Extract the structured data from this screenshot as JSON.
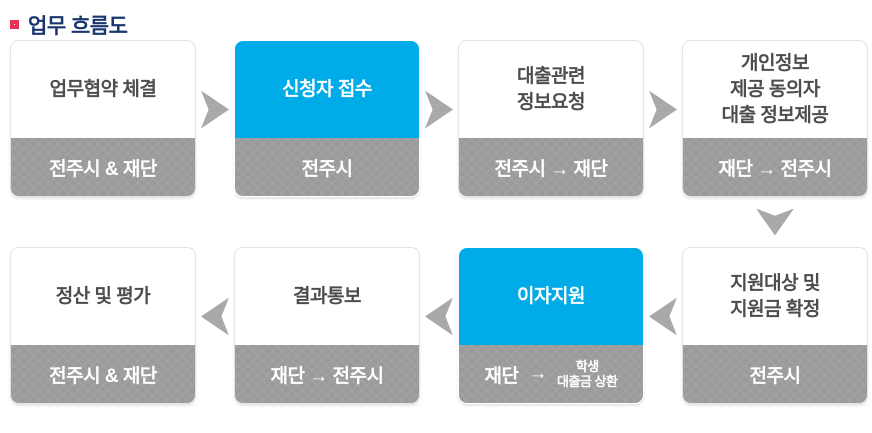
{
  "title": "업무 흐름도",
  "colors": {
    "accent_blue": "#00ace8",
    "footer_gray": "#9b9b9b",
    "title_navy": "#1a366e",
    "bullet_red": "#e9305a",
    "arrow_gray": "#a9a9a9"
  },
  "flow": {
    "row1": [
      {
        "label": "업무협약 체결",
        "footer": "전주시 & 재단"
      },
      {
        "label": "신청자 접수",
        "footer": "전주시"
      },
      {
        "label": "대출관련\n정보요청",
        "footer": "전주시 → 재단"
      },
      {
        "label": "개인정보\n제공 동의자\n대출 정보제공",
        "footer": "재단 → 전주시"
      }
    ],
    "row2": [
      {
        "label": "정산 및 평가",
        "footer": "전주시 & 재단"
      },
      {
        "label": "결과통보",
        "footer": "재단 → 전주시"
      },
      {
        "label": "이자지원",
        "footer_from": "재단",
        "footer_arrow": "→",
        "footer_stack_top": "학생",
        "footer_stack_bottom": "대출금 상환"
      },
      {
        "label": "지원대상 및\n지원금 확정",
        "footer": "전주시"
      }
    ]
  }
}
